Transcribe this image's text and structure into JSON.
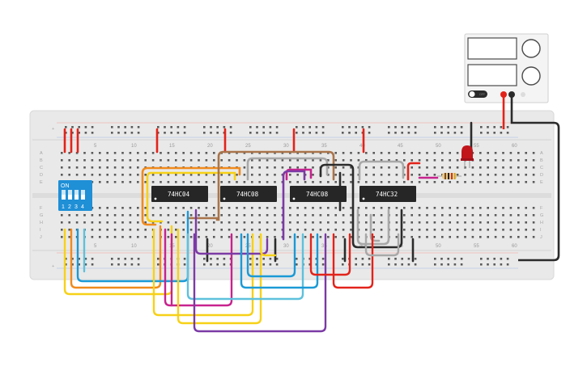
{
  "breadboard": {
    "column_numbers": [
      "5",
      "10",
      "15",
      "20",
      "25",
      "30",
      "35",
      "40",
      "45",
      "50",
      "55",
      "60"
    ],
    "row_letters_top": [
      "A",
      "B",
      "C",
      "D",
      "E"
    ],
    "row_letters_bottom": [
      "F",
      "G",
      "H",
      "I",
      "J"
    ],
    "rail_plus": "+",
    "rail_minus": "−"
  },
  "chips": [
    {
      "id": "inverter",
      "label": "74HC04"
    },
    {
      "id": "and-1",
      "label": "74HC08"
    },
    {
      "id": "and-2",
      "label": "74HC08"
    },
    {
      "id": "or",
      "label": "74HC32"
    }
  ],
  "dip_switch": {
    "on_label": "ON",
    "positions": [
      "1",
      "2",
      "3",
      "4"
    ]
  },
  "power_supply": {
    "power_label": "OFF"
  },
  "colors": {
    "red": "#e2231a",
    "black": "#2b2b2b",
    "orange": "#f08a1c",
    "yellow": "#f7d117",
    "blue": "#1b9ad6",
    "magenta": "#c7238e",
    "purple": "#7b3aa5",
    "brown": "#a9744a",
    "lightblue": "#5ec1dc",
    "gray": "#a8a8a8",
    "board": "#e9e9e9",
    "chip": "#262626",
    "dip": "#1f8fd6"
  }
}
